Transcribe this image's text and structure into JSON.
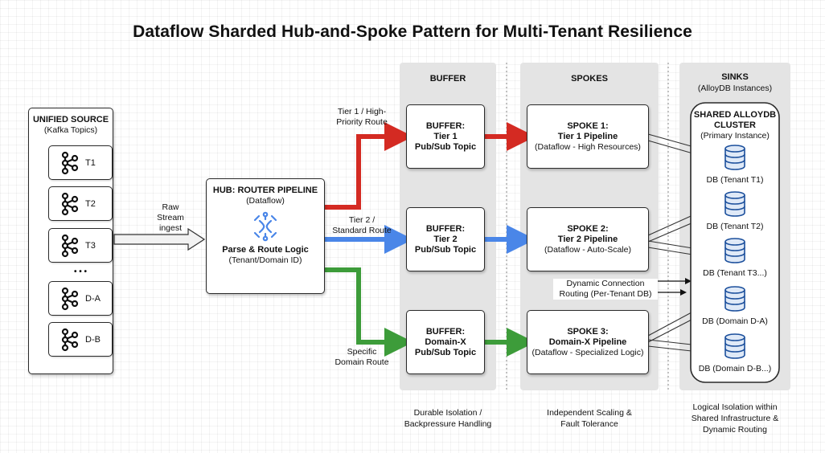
{
  "title": "Dataflow Sharded Hub-and-Spoke Pattern for Multi-Tenant Resilience",
  "colors": {
    "tier1": "#d42a22",
    "tier2": "#4a86e8",
    "domain": "#3d9c3a",
    "column_bg": "#e4e4e4",
    "db_fill": "#dfe9f7",
    "db_stroke": "#1b4f9c",
    "hub_icon": "#4a86e8"
  },
  "source": {
    "title": "UNIFIED SOURCE",
    "subtitle": "(Kafka Topics)",
    "topics": [
      "T1",
      "T2",
      "T3",
      "D-A",
      "D-B"
    ],
    "ellipsis": "• • •",
    "icon": "kafka-icon"
  },
  "ingest_label": {
    "line1": "Raw",
    "line2": "Stream",
    "line3": "ingest"
  },
  "hub": {
    "title": "HUB: ROUTER PIPELINE",
    "subtitle": "(Dataflow)",
    "icon": "dataflow-icon",
    "logic": "Parse & Route Logic",
    "logic_sub": "(Tenant/Domain ID)"
  },
  "routes": {
    "tier1": {
      "line1": "Tier 1 / High-",
      "line2": "Priority Route"
    },
    "tier2": {
      "line1": "Tier 2 /",
      "line2": "Standard Route"
    },
    "domain": {
      "line1": "Specific",
      "line2": "Domain Route"
    }
  },
  "buffer": {
    "header": "BUFFER",
    "boxes": [
      {
        "title": "BUFFER:",
        "name": "Tier 1",
        "type": "Pub/Sub Topic"
      },
      {
        "title": "BUFFER:",
        "name": "Tier 2",
        "type": "Pub/Sub Topic"
      },
      {
        "title": "BUFFER:",
        "name": "Domain-X",
        "type": "Pub/Sub Topic"
      }
    ],
    "footer": {
      "line1": "Durable Isolation /",
      "line2": "Backpressure Handling"
    }
  },
  "spokes": {
    "header": "SPOKES",
    "boxes": [
      {
        "title": "SPOKE 1:",
        "name": "Tier 1 Pipeline",
        "desc": "(Dataflow - High Resources)"
      },
      {
        "title": "SPOKE 2:",
        "name": "Tier 2 Pipeline",
        "desc": "(Dataflow - Auto-Scale)"
      },
      {
        "title": "SPOKE 3:",
        "name": "Domain-X Pipeline",
        "desc": "(Dataflow - Specialized Logic)"
      }
    ],
    "footer": {
      "line1": "Independent Scaling &",
      "line2": "Fault Tolerance"
    }
  },
  "dynamic_routing": {
    "line1": "Dynamic Connection",
    "line2": "Routing (Per-Tenant DB)"
  },
  "sinks": {
    "header": "SINKS",
    "subheader": "(AlloyDB Instances)",
    "cluster": {
      "line1": "SHARED ALLOYDB",
      "line2": "CLUSTER",
      "sub": "(Primary Instance)"
    },
    "dbs": [
      "DB (Tenant T1)",
      "DB (Tenant T2)",
      "DB (Tenant T3...)",
      "DB (Domain D-A)",
      "DB (Domain D-B...)"
    ],
    "footer": {
      "line1": "Logical Isolation within",
      "line2": "Shared Infrastructure &",
      "line3": "Dynamic Routing"
    }
  }
}
